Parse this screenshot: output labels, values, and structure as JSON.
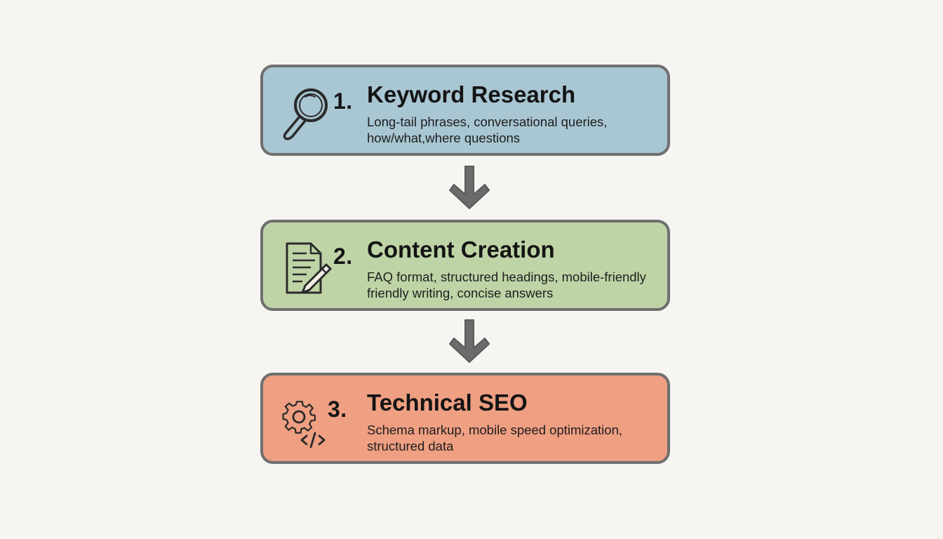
{
  "steps": [
    {
      "number": "1.",
      "title": "Keyword Research",
      "description_lines": [
        "Long-tail phrases, conversational queries,",
        "how/what,where questions"
      ],
      "icon": "magnifying-glass-icon",
      "color": "#a9c6d3"
    },
    {
      "number": "2.",
      "title": "Content Creation",
      "description_lines": [
        "FAQ format, structured headings, mobile-friendly",
        "friendly writing, concise answers"
      ],
      "icon": "document-pencil-icon",
      "color": "#bfd4a6"
    },
    {
      "number": "3.",
      "title": "Technical SEO",
      "description_lines": [
        "Schema markup, mobile speed optimization,",
        "structured data"
      ],
      "icon": "gear-code-icon",
      "color": "#ef9f82"
    }
  ],
  "connectors": [
    "down-arrow-icon",
    "down-arrow-icon"
  ],
  "colors": {
    "background": "#f6f5f2",
    "border": "#6f6f6f",
    "arrow": "#6b6b6b"
  }
}
